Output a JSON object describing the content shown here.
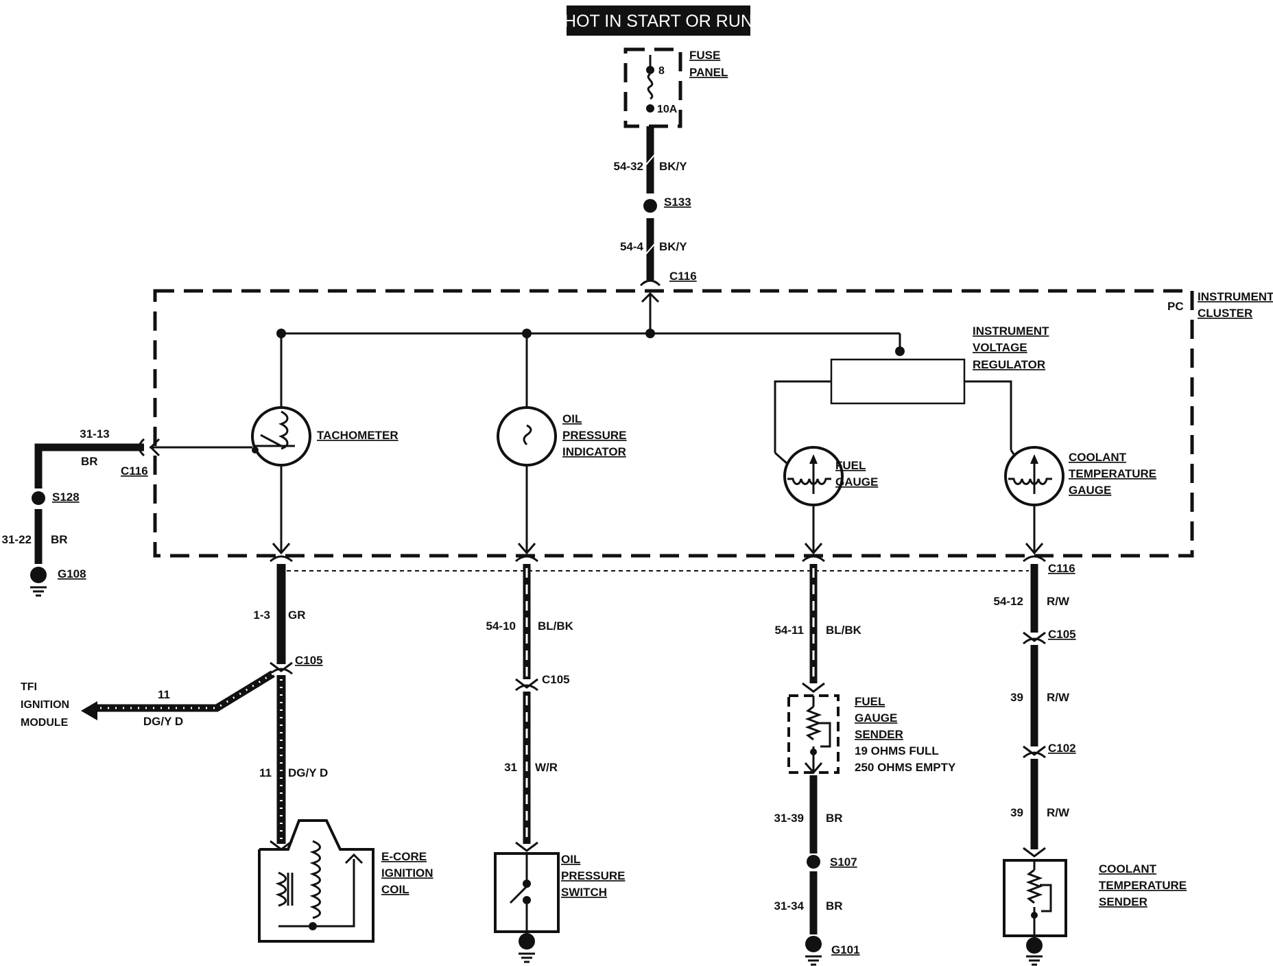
{
  "header": {
    "title": "HOT IN START OR RUN"
  },
  "fuse": {
    "label_line1": "FUSE",
    "label_line2": "PANEL",
    "number": "8",
    "rating": "10A"
  },
  "splices": {
    "s133": "S133",
    "s128": "S128",
    "s107": "S107"
  },
  "grounds": {
    "g108": "G108",
    "g101": "G101"
  },
  "connectors": {
    "c116_top": "C116",
    "c116_left": "C116",
    "c116_bottom": "C116",
    "c105_tach": "C105",
    "c105_oil": "C105",
    "c105_cool": "C105",
    "c102_cool": "C102"
  },
  "wires": {
    "feed1_circuit": "54-32",
    "feed1_color": "BK/Y",
    "feed2_circuit": "54-4",
    "feed2_color": "BK/Y",
    "tach_left_circuit": "31-13",
    "tach_left_color": "BR",
    "ground_left_circuit": "31-22",
    "ground_left_color": "BR",
    "tach_out_circuit": "1-3",
    "tach_out_color": "GR",
    "tfi_circuit": "11",
    "tfi_color": "DG/Y D",
    "coil_circuit": "11",
    "coil_color": "DG/Y D",
    "oil1_circuit": "54-10",
    "oil1_color": "BL/BK",
    "oil2_circuit": "31",
    "oil2_color": "W/R",
    "fuel1_circuit": "54-11",
    "fuel1_color": "BL/BK",
    "fuel2_circuit": "31-39",
    "fuel2_color": "BR",
    "fuel3_circuit": "31-34",
    "fuel3_color": "BR",
    "cool1_circuit": "54-12",
    "cool1_color": "R/W",
    "cool2_circuit": "39",
    "cool2_color": "R/W",
    "cool3_circuit": "39",
    "cool3_color": "R/W"
  },
  "cluster": {
    "label_line1": "INSTRUMENT",
    "label_line2": "CLUSTER",
    "pc": "PC"
  },
  "regulator": {
    "line1": "INSTRUMENT",
    "line2": "VOLTAGE",
    "line3": "REGULATOR"
  },
  "components": {
    "tachometer": "TACHOMETER",
    "oil_ind_1": "OIL",
    "oil_ind_2": "PRESSURE",
    "oil_ind_3": "INDICATOR",
    "fuel_gauge_1": "FUEL",
    "fuel_gauge_2": "GAUGE",
    "coolant_gauge_1": "COOLANT",
    "coolant_gauge_2": "TEMPERATURE",
    "coolant_gauge_3": "GAUGE",
    "tfi_1": "TFI",
    "tfi_2": "IGNITION",
    "tfi_3": "MODULE",
    "coil_1": "E-CORE",
    "coil_2": "IGNITION",
    "coil_3": "COIL",
    "oil_switch_1": "OIL",
    "oil_switch_2": "PRESSURE",
    "oil_switch_3": "SWITCH",
    "fuel_sender_1": "FUEL",
    "fuel_sender_2": "GAUGE",
    "fuel_sender_3": "SENDER",
    "fuel_sender_4": "19 OHMS FULL",
    "fuel_sender_5": "250 OHMS EMPTY",
    "cool_sender_1": "COOLANT",
    "cool_sender_2": "TEMPERATURE",
    "cool_sender_3": "SENDER"
  }
}
